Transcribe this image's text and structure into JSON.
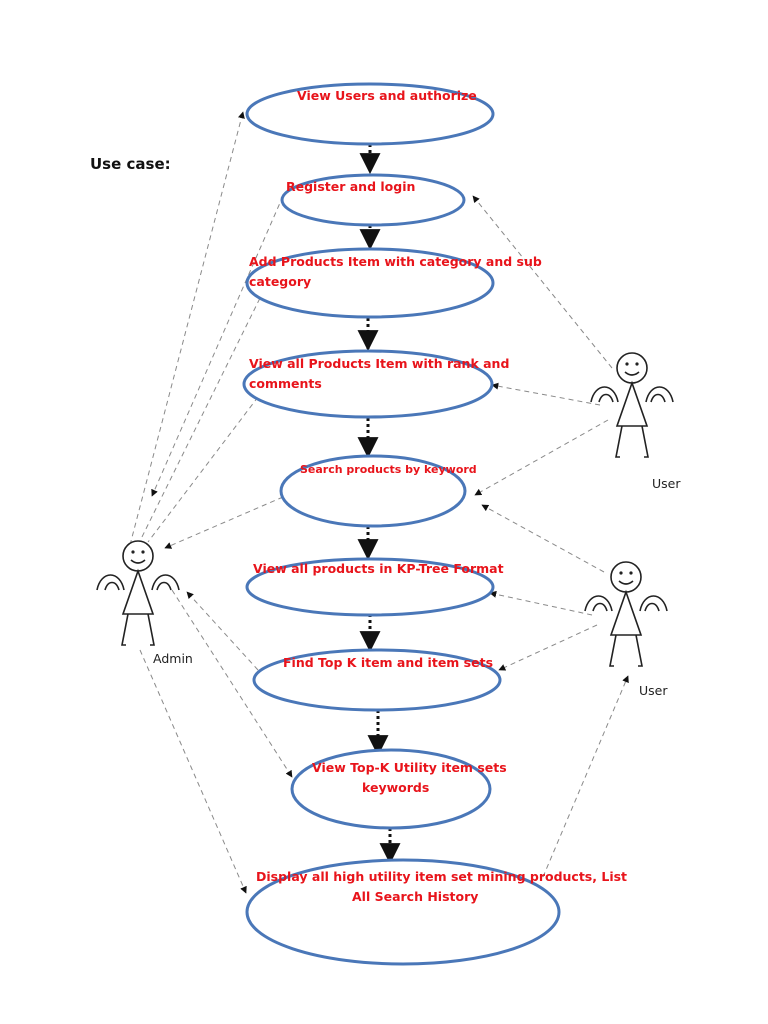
{
  "heading": "Use case:",
  "actors": {
    "admin": "Admin",
    "user_top": "User",
    "user_bottom": "User"
  },
  "use_cases": [
    {
      "id": "uc1",
      "lines": [
        "View Users and authorize"
      ]
    },
    {
      "id": "uc2",
      "lines": [
        "Register and login"
      ]
    },
    {
      "id": "uc3",
      "lines": [
        "Add Products Item with category and sub",
        "category"
      ]
    },
    {
      "id": "uc4",
      "lines": [
        "View all Products Item with rank and",
        "comments"
      ]
    },
    {
      "id": "uc5",
      "lines": [
        "Search products by keyword"
      ]
    },
    {
      "id": "uc6",
      "lines": [
        "View all products in KP-Tree Format"
      ]
    },
    {
      "id": "uc7",
      "lines": [
        "Find Top K item and item sets"
      ]
    },
    {
      "id": "uc8",
      "lines": [
        "View Top-K Utility item sets",
        "keywords"
      ]
    },
    {
      "id": "uc9",
      "lines": [
        "Display all high utility item set mining products, List",
        "All Search History"
      ]
    }
  ],
  "colors": {
    "ellipse_stroke": "#4a77b8",
    "label_text": "#e8141b",
    "flow_arrow": "#111111",
    "association": "#8a8a8a"
  }
}
